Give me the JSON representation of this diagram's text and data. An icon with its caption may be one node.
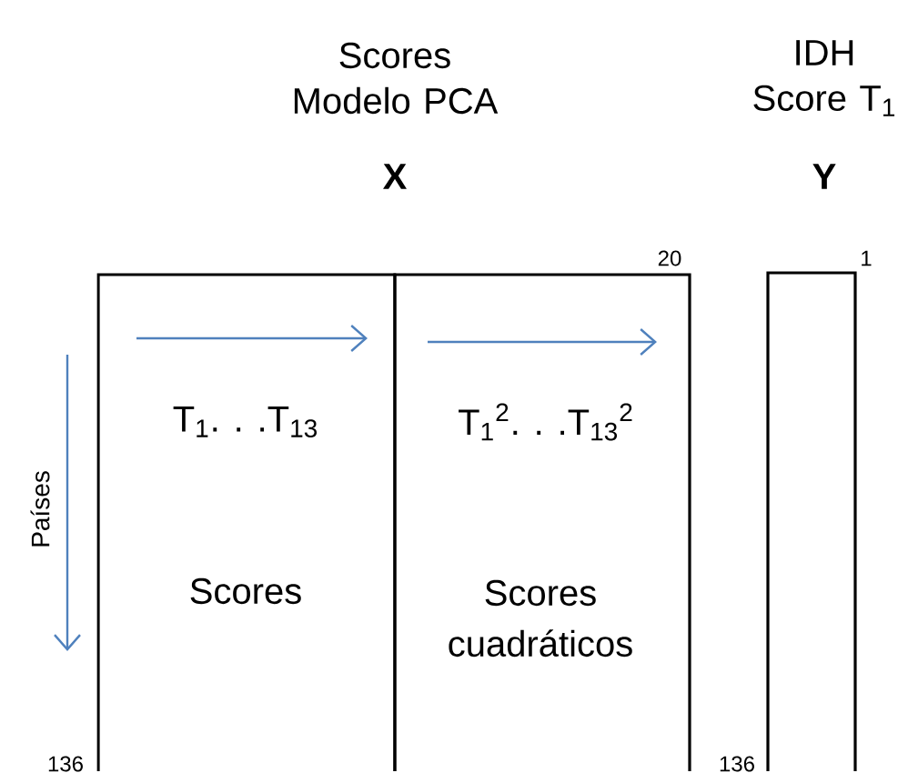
{
  "diagram": {
    "nodes": [
      {
        "text": [
          "T$_{1}$. . .T$_{13}$",
          "Scores"
        ]
      },
      {
        "text": [
          "T$_{1}$$^{2}$. . .T$_{13}$$^{2}$",
          "Scores cuadráticos"
        ]
      },
      {
        "text": [],
        "shape": "box"
      }
    ],
    "edges": [],
    "labels": [
      "Scores Modelo PCA",
      "X",
      "IDH Score T$_{1}$",
      "Y",
      "20",
      "1",
      "Países",
      "136",
      "136"
    ]
  }
}
